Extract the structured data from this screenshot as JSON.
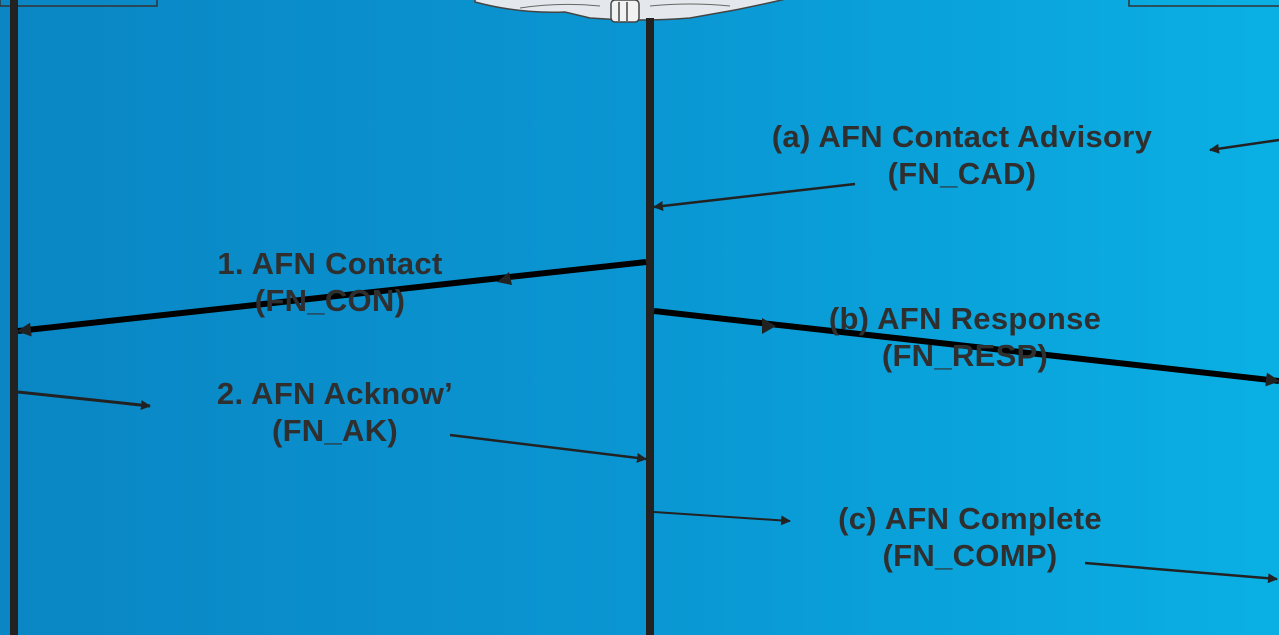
{
  "messages": {
    "a": {
      "line1": "(a) AFN Contact Advisory",
      "line2": "(FN_CAD)"
    },
    "m1": {
      "line1": "1. AFN Contact",
      "line2": "(FN_CON)"
    },
    "b": {
      "line1": "(b) AFN Response",
      "line2": "(FN_RESP)"
    },
    "m2": {
      "line1": "2. AFN Acknow’",
      "line2": "(FN_AK)"
    },
    "c": {
      "line1": "(c) AFN Complete",
      "line2": "(FN_COMP)"
    }
  },
  "colors": {
    "background_left": "#0a86c4",
    "background_right": "#0ab0e4",
    "lines": "#222222",
    "text": "#2f2f2f"
  }
}
